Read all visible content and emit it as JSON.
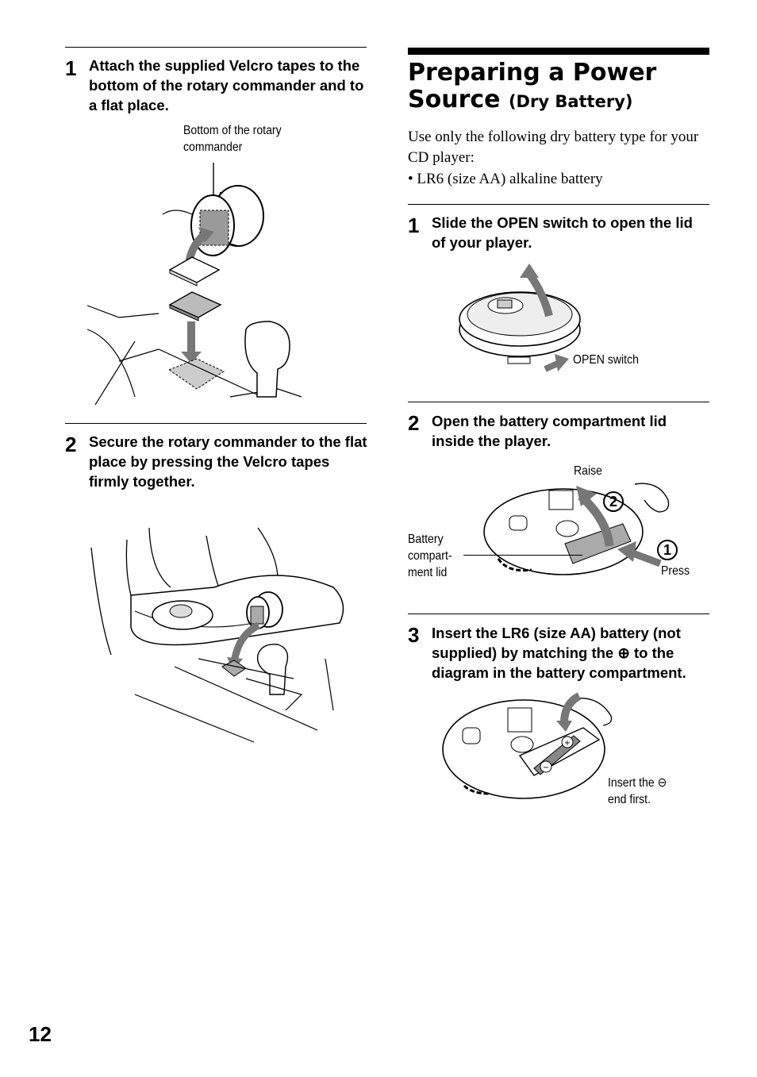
{
  "left_column": {
    "step1": {
      "number": "1",
      "text": "Attach the supplied Velcro tapes to the bottom of the rotary commander and to a flat place.",
      "caption_line1": "Bottom of the rotary",
      "caption_line2": "commander"
    },
    "step2": {
      "number": "2",
      "text": "Secure the rotary commander to the flat place by pressing the Velcro tapes firmly together."
    }
  },
  "right_column": {
    "title_main_line1": "Preparing a Power",
    "title_main_line2": "Source",
    "title_sub": "(Dry Battery)",
    "intro": "Use only the following dry battery type for your CD player:",
    "bullet": "•  LR6 (size AA) alkaline battery",
    "step1": {
      "number": "1",
      "text": "Slide the OPEN switch to open the lid of your player.",
      "caption_open": "OPEN switch"
    },
    "step2": {
      "number": "2",
      "text": "Open the battery compartment lid inside the player.",
      "caption_raise": "Raise",
      "caption_lid_1": "Battery",
      "caption_lid_2": "compart-",
      "caption_lid_3": "ment lid",
      "caption_press": "Press",
      "callout_1": "1",
      "callout_2": "2"
    },
    "step3": {
      "number": "3",
      "text": "Insert the LR6 (size AA) battery (not supplied) by matching the ⊕ to the diagram in the battery compartment.",
      "caption_line1": "Insert the ⊖",
      "caption_line2": "end first."
    }
  },
  "page_number": "12"
}
